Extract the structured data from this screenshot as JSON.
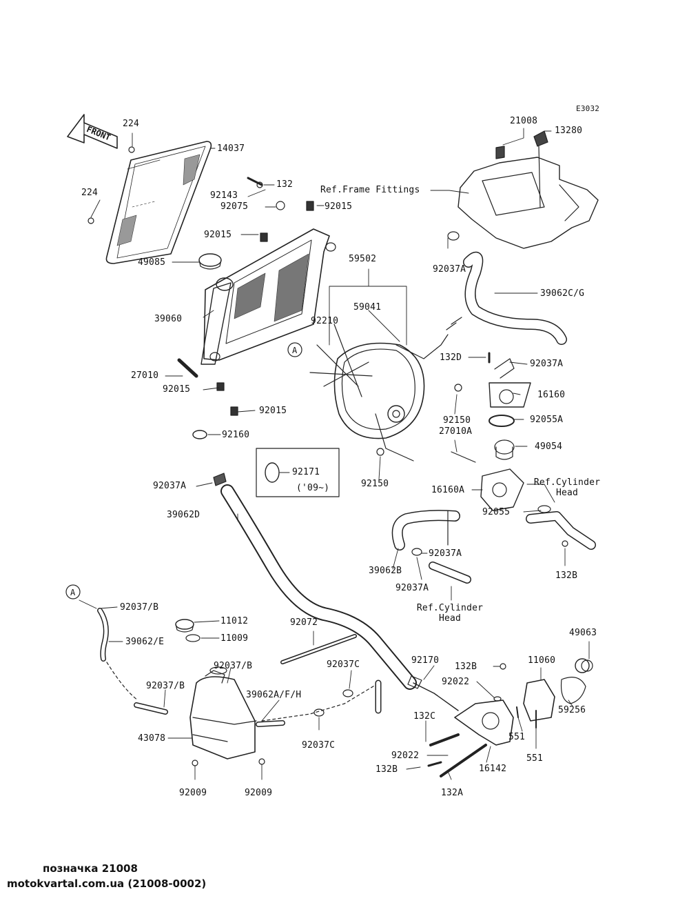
{
  "diagram_code": "E3032",
  "front_arrow": "FRONT",
  "labels": {
    "l224a": "224",
    "l14037": "14037",
    "l224b": "224",
    "l21008": "21008",
    "l13280": "13280",
    "l132": "132",
    "l92143": "92143",
    "ref_frame": "Ref.Frame Fittings",
    "l92075": "92075",
    "l92015a": "92015",
    "l92015b": "92015",
    "l49085": "49085",
    "l92037A_a": "92037A",
    "l59502": "59502",
    "l39062CG": "39062C/G",
    "l59041": "59041",
    "l39060": "39060",
    "l92210": "92210",
    "callout_a1": "A",
    "l132D": "132D",
    "l92037A_b": "92037A",
    "l27010": "27010",
    "l92015c": "92015",
    "l16160": "16160",
    "l92015d": "92015",
    "l92150a": "92150",
    "l92055A": "92055A",
    "l27010A": "27010A",
    "l49054": "49054",
    "l92160": "92160",
    "l92171": "92171",
    "l09": "('09~)",
    "l92037A_c": "92037A",
    "l92150b": "92150",
    "l16160A": "16160A",
    "ref_head1_line1": "Ref.Cylinder",
    "ref_head1_line2": "Head",
    "l39062D": "39062D",
    "l92055": "92055",
    "l39062B": "39062B",
    "l92037A_d": "92037A",
    "l92037A_e": "92037A",
    "l132B_a": "132B",
    "ref_head2_line1": "Ref.Cylinder",
    "ref_head2_line2": "Head",
    "callout_a2": "A",
    "l92037B_a": "92037/B",
    "l11012": "11012",
    "l92072": "92072",
    "l49063": "49063",
    "l11009": "11009",
    "l39062E": "39062/E",
    "l92037B_b": "92037/B",
    "l92037C_a": "92037C",
    "l92170": "92170",
    "l132B_b": "132B",
    "l11060": "11060",
    "l92037B_c": "92037/B",
    "l39062AFH": "39062A/F/H",
    "l92022a": "92022",
    "l59256": "59256",
    "l132C": "132C",
    "l551a": "551",
    "l43078": "43078",
    "l92037C_b": "92037C",
    "l551b": "551",
    "l92022b": "92022",
    "l132B_c": "132B",
    "l16142": "16142",
    "l92009a": "92009",
    "l92009b": "92009",
    "l132A": "132A"
  },
  "footer": {
    "note": "позначка 21008",
    "source": "motokvartal.com.ua (21008-0002)"
  }
}
